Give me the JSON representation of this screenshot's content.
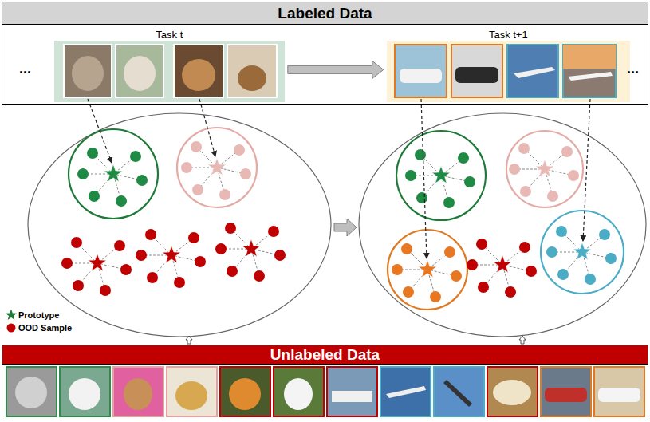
{
  "diagram": {
    "nodes": [
      {
        "text": [
          "Labeled Data"
        ]
      },
      {
        "text": [
          "Task t"
        ],
        "in": 0
      },
      {
        "text": [
          "Task t+1"
        ],
        "in": 0
      },
      {
        "text": [
          "Unlabeled Data"
        ]
      }
    ],
    "edges": [
      {
        "from": 1,
        "to": 2,
        "arrow": "to"
      }
    ],
    "labels": [
      "...",
      "..."
    ],
    "legend": [
      {
        "text": "Prototype"
      },
      {
        "text": "OOD Sample"
      }
    ]
  }
}
